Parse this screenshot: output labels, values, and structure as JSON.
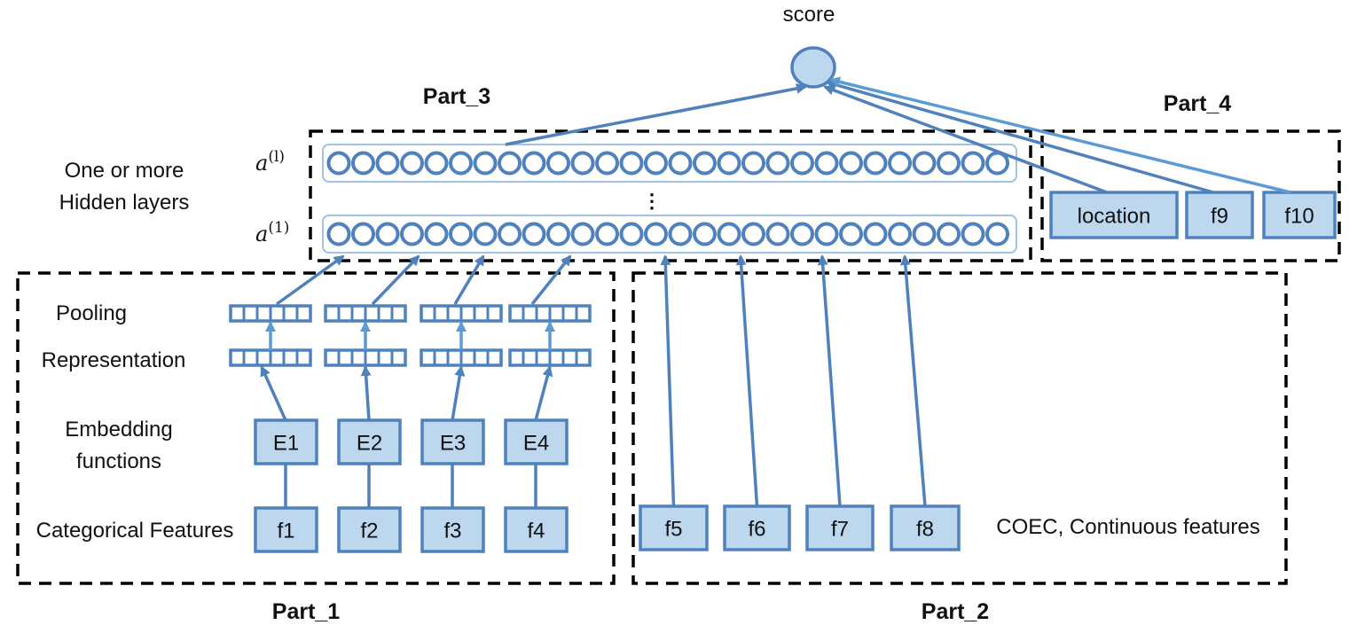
{
  "score_label": "score",
  "parts": {
    "part1": "Part_1",
    "part2": "Part_2",
    "part3": "Part_3",
    "part4": "Part_4"
  },
  "hidden_layers_label": [
    "One or more",
    "Hidden layers"
  ],
  "layer_labels": {
    "top": "a",
    "top_sup": "(l)",
    "bottom": "a",
    "bottom_sup": "(1)",
    "ellipsis": "⋮"
  },
  "row_labels": {
    "pooling": "Pooling",
    "representation": "Representation",
    "embedding": [
      "Embedding",
      "functions"
    ],
    "categorical": "Categorical Features"
  },
  "embedding_boxes": [
    "E1",
    "E2",
    "E3",
    "E4"
  ],
  "categorical_boxes": [
    "f1",
    "f2",
    "f3",
    "f4"
  ],
  "continuous_boxes": [
    "f5",
    "f6",
    "f7",
    "f8"
  ],
  "continuous_label": "COEC, Continuous features",
  "part4_boxes": [
    "location",
    "f9",
    "f10"
  ],
  "colors": {
    "node_fill": "#bdd7ee",
    "stroke": "#4f81bd",
    "light_stroke": "#5b9bd5"
  }
}
